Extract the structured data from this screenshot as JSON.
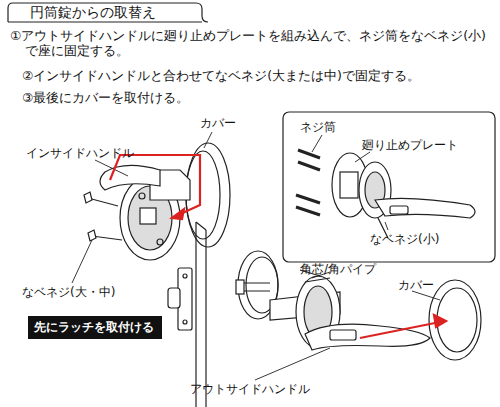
{
  "diagram": {
    "title": "円筒錠からの取替え",
    "nodes": [
      {
        "text": [
          "先にラッチを取付ける"
        ]
      }
    ],
    "labels": [
      "①アウトサイドハンドルに廻り止めプレートを組み込んで、ネジ筒をなベネジ(小) で座に固定する。",
      "②インサイドハンドルと合わせてなベネジ(大または中)で固定する。",
      "③最後にカバーを取付ける。",
      "カバー",
      "インサイドハンドル",
      "ネジ筒",
      "廻り止めプレート",
      "なベネジ(小)",
      "なベネジ(大・中)",
      "角芯/角パイプ",
      "カバー",
      "アウトサイドハンドル"
    ]
  }
}
